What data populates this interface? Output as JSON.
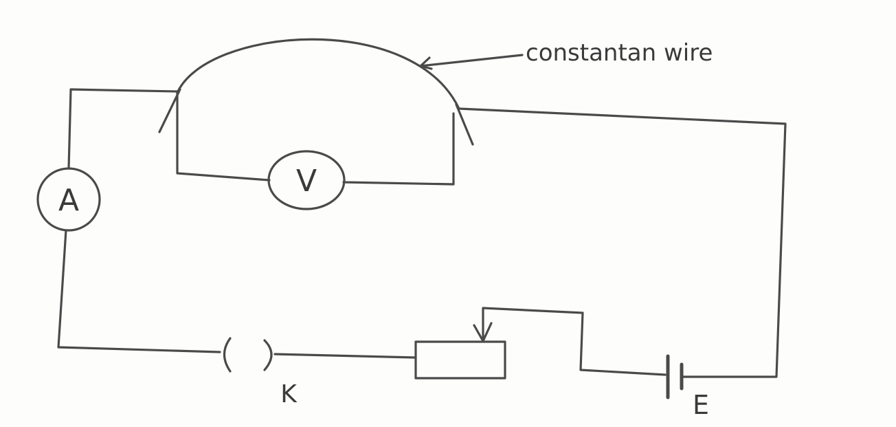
{
  "diagram": {
    "wire_label": "constantan wire",
    "ammeter_label": "A",
    "voltmeter_label": "V",
    "key_label": "K",
    "cell_label": "E"
  }
}
